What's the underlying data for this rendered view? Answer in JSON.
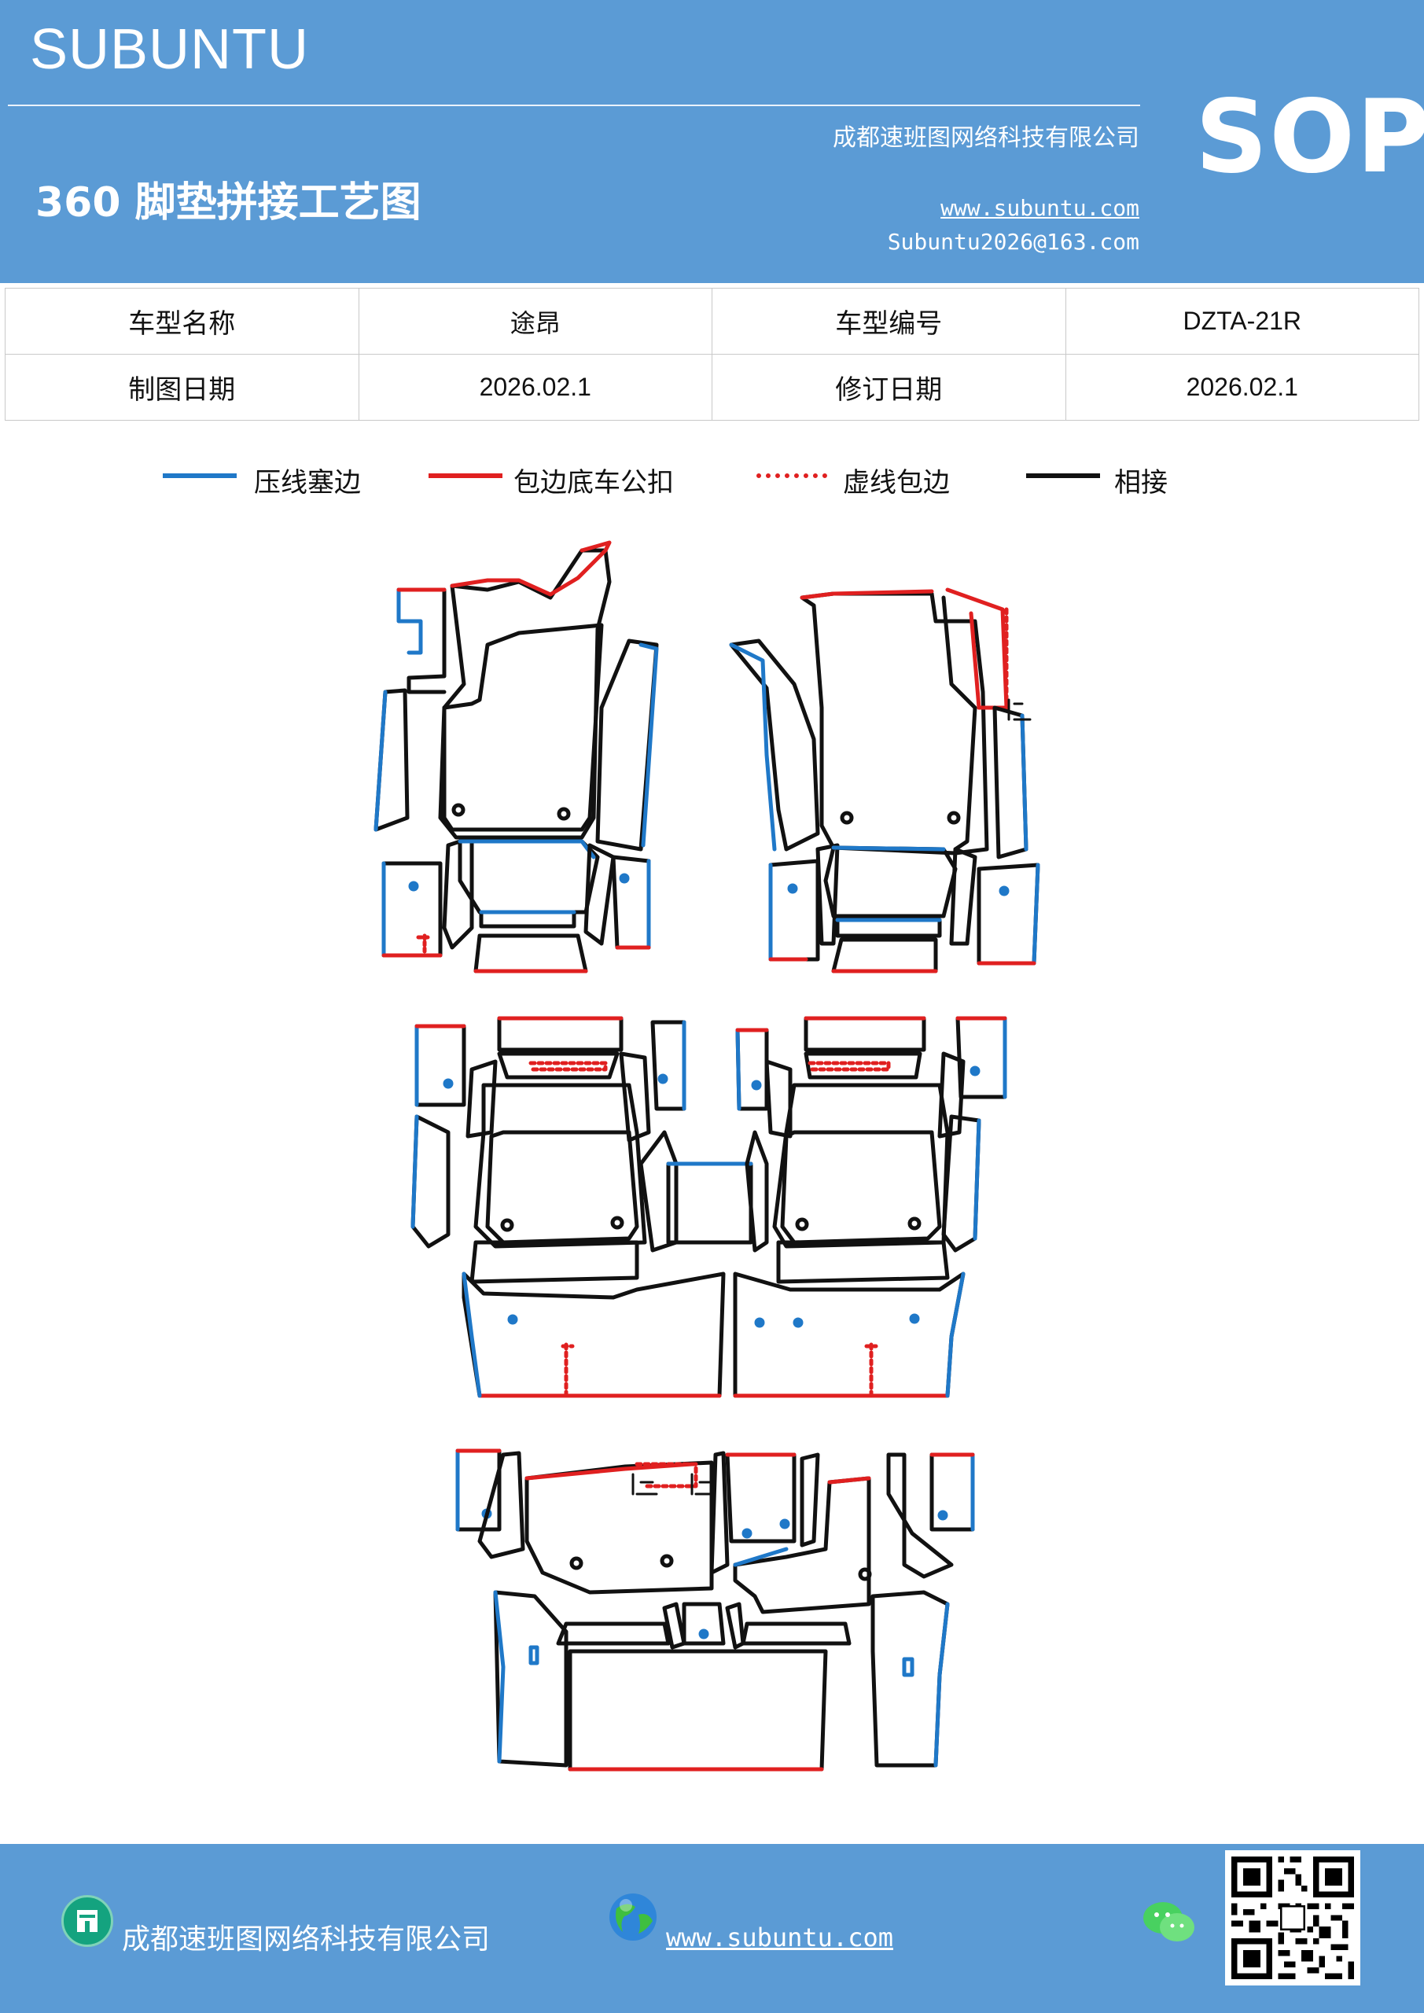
{
  "header": {
    "brand": "SUBUNTU",
    "company": "成都速班图网络科技有限公司",
    "title": "360 脚垫拼接工艺图",
    "website": "www.subuntu.com",
    "email": "Subuntu2026@163.com",
    "badge": "SOP",
    "background_color": "#5b9bd5"
  },
  "info_table": {
    "rows": [
      [
        "车型名称",
        "途昂",
        "车型编号",
        "DZTA-21R"
      ],
      [
        "制图日期",
        "2026.02.1",
        "修订日期",
        "2026.02.1"
      ]
    ]
  },
  "legend": {
    "items": [
      {
        "label": "压线塞边",
        "color": "#1f78c8",
        "style": "solid"
      },
      {
        "label": "包边底车公扣",
        "color": "#e02020",
        "style": "solid"
      },
      {
        "label": "虚线包边",
        "color": "#e02020",
        "style": "dotted"
      },
      {
        "label": "相接",
        "color": "#111111",
        "style": "solid"
      }
    ]
  },
  "footer": {
    "company": "成都速班图网络科技有限公司",
    "website": "www.subuntu.com",
    "icons": [
      "building-icon",
      "globe-icon",
      "wechat-icon",
      "qr-code"
    ],
    "background_color": "#5b9bd5"
  },
  "diagram": {
    "colors": {
      "blue": "#1f78c8",
      "red": "#e02020",
      "black": "#111111"
    }
  }
}
